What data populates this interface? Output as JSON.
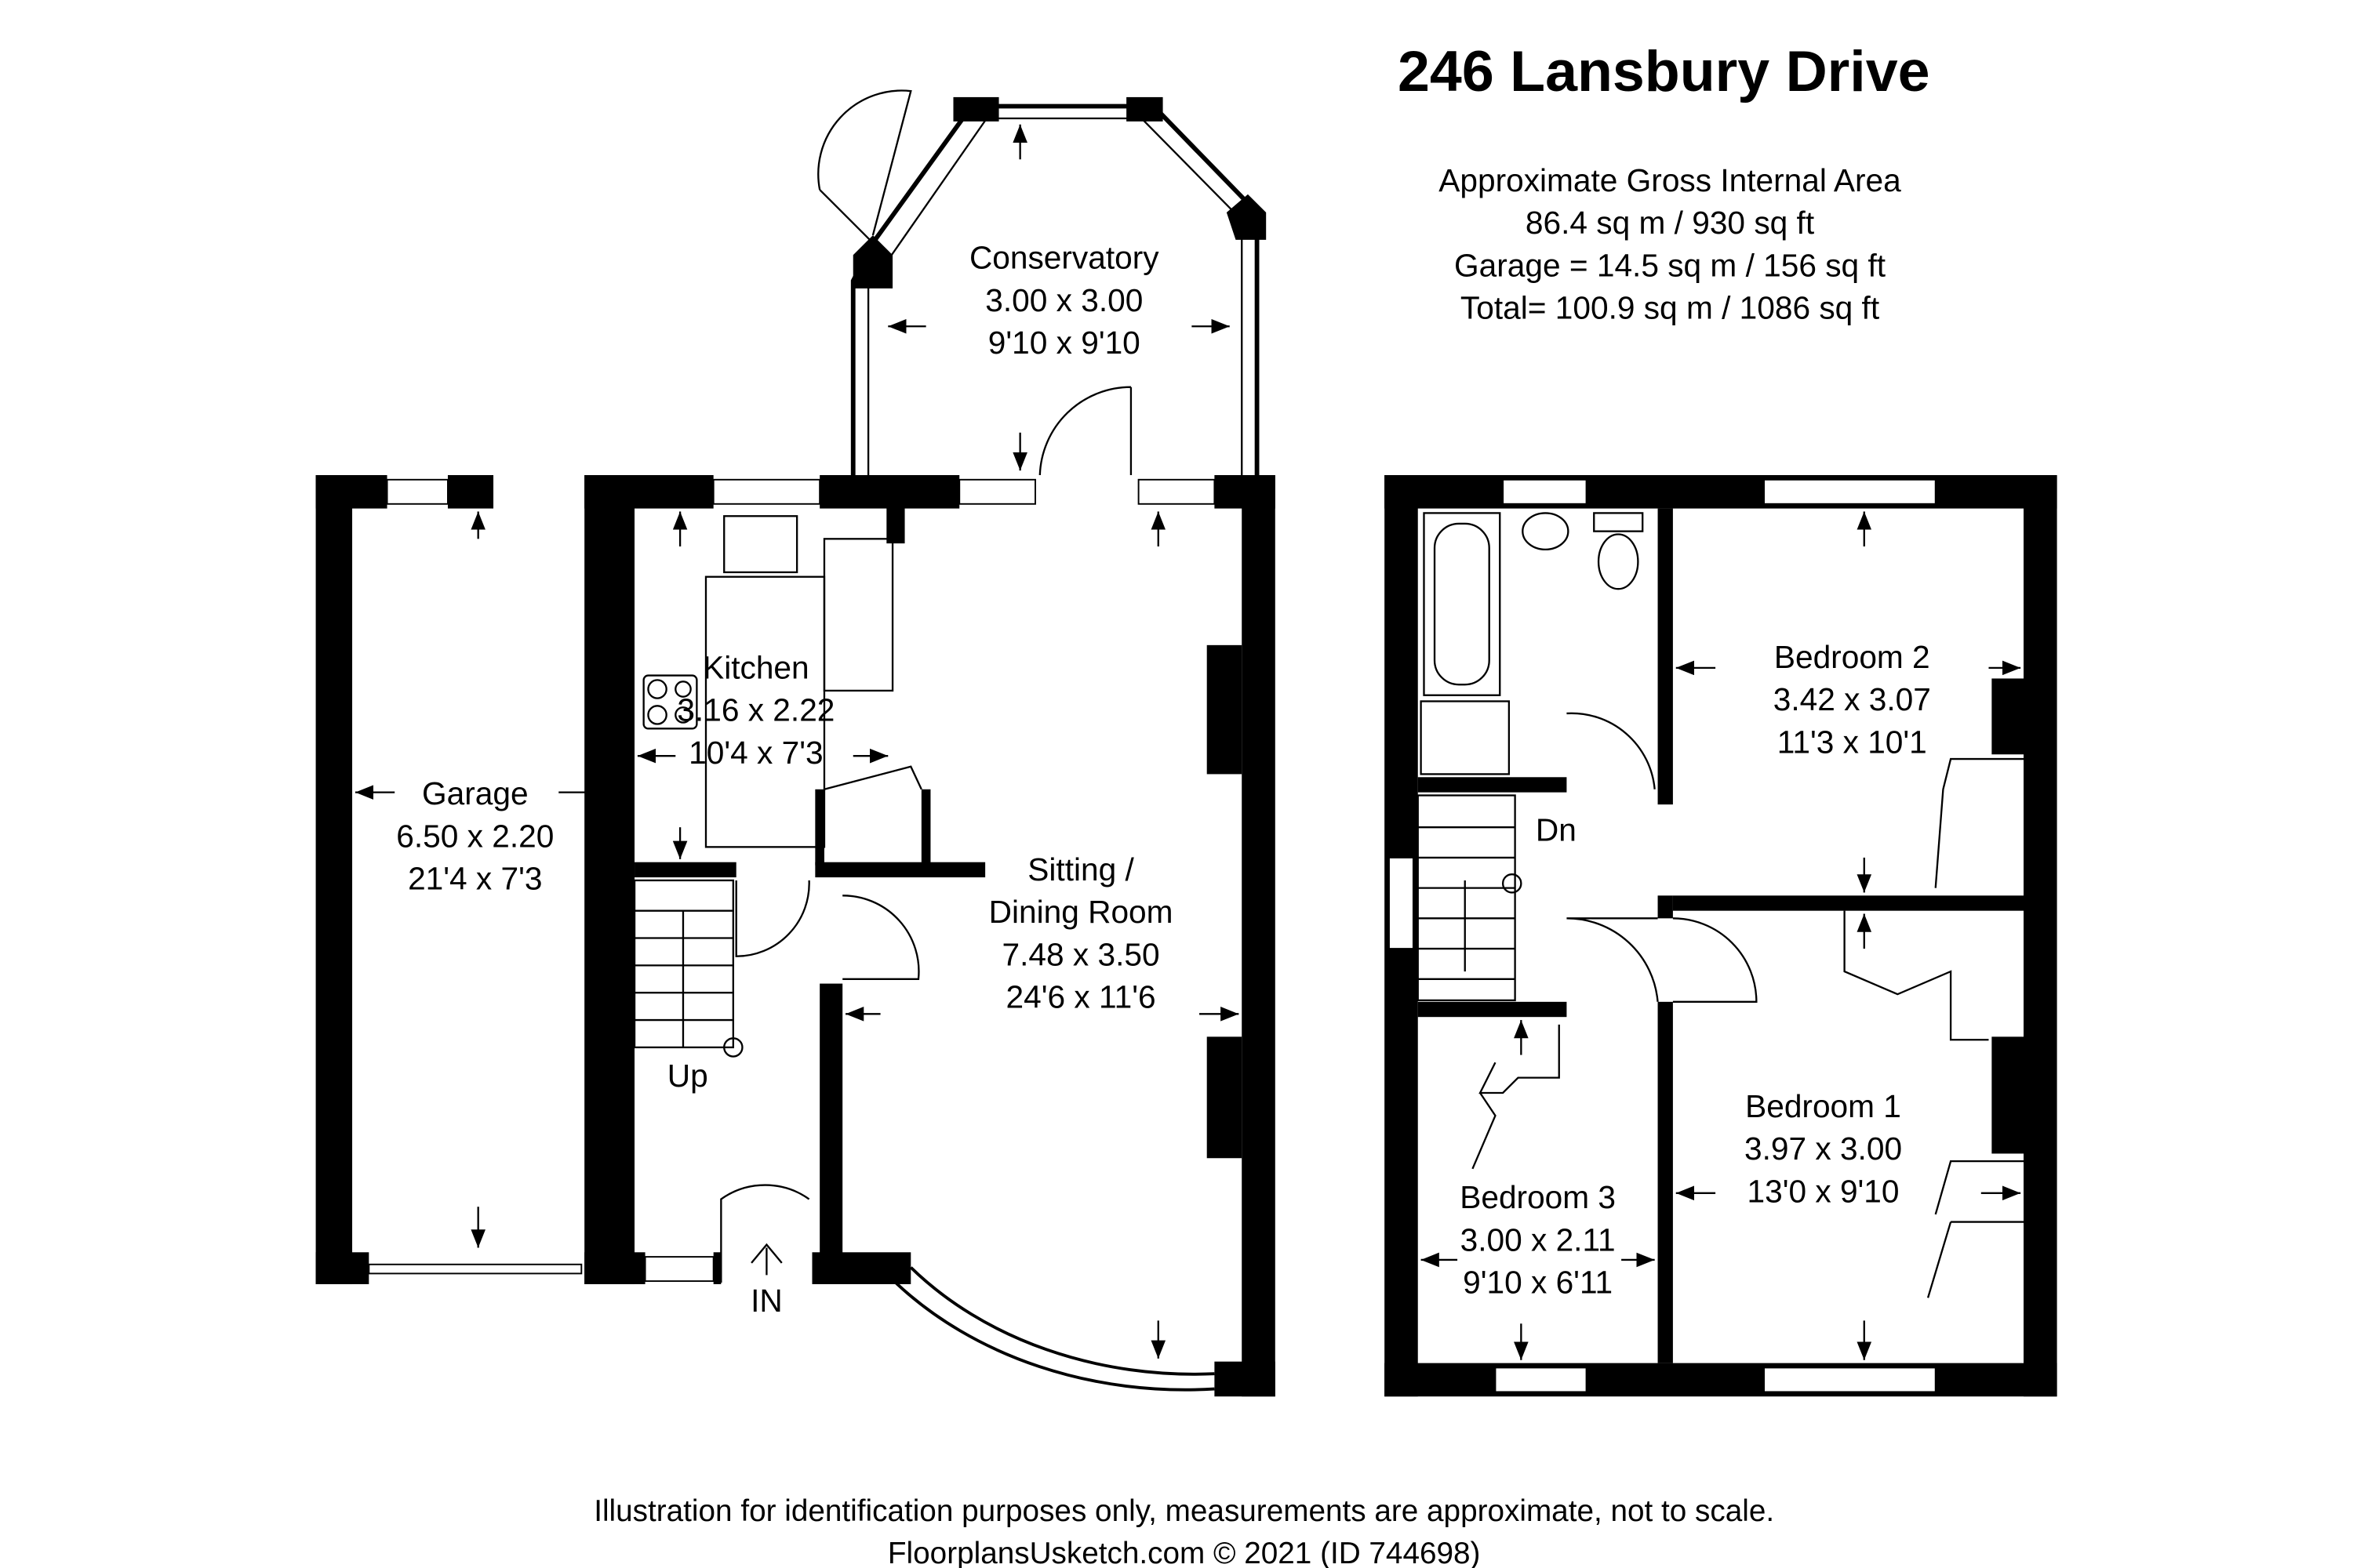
{
  "header": {
    "title": "246 Lansbury Drive",
    "area_lines": [
      "Approximate Gross Internal Area",
      "86.4 sq m / 930 sq ft",
      "Garage = 14.5 sq m / 156 sq ft",
      "Total= 100.9 sq m / 1086 sq ft"
    ]
  },
  "ground_floor": {
    "rooms": {
      "conservatory": {
        "name": "Conservatory",
        "metric": "3.00 x 3.00",
        "imperial": "9'10 x 9'10"
      },
      "kitchen": {
        "name": "Kitchen",
        "metric": "3.16 x 2.22",
        "imperial": "10'4 x 7'3"
      },
      "garage": {
        "name": "Garage",
        "metric": "6.50 x 2.20",
        "imperial": "21'4 x 7'3"
      },
      "sitting": {
        "name": "Sitting /",
        "name2": "Dining Room",
        "metric": "7.48 x 3.50",
        "imperial": "24'6 x 11'6"
      }
    },
    "stairs_label": "Up",
    "entrance_label": "IN"
  },
  "first_floor": {
    "rooms": {
      "bedroom2": {
        "name": "Bedroom 2",
        "metric": "3.42 x 3.07",
        "imperial": "11'3 x 10'1"
      },
      "bedroom1": {
        "name": "Bedroom 1",
        "metric": "3.97 x 3.00",
        "imperial": "13'0 x 9'10"
      },
      "bedroom3": {
        "name": "Bedroom 3",
        "metric": "3.00 x 2.11",
        "imperial": "9'10 x 6'11"
      }
    },
    "stairs_label": "Dn"
  },
  "footer": {
    "disclaimer": "Illustration for identification purposes only, measurements are approximate, not to scale.",
    "credit": "FloorplansUsketch.com © 2021 (ID 744698)"
  }
}
